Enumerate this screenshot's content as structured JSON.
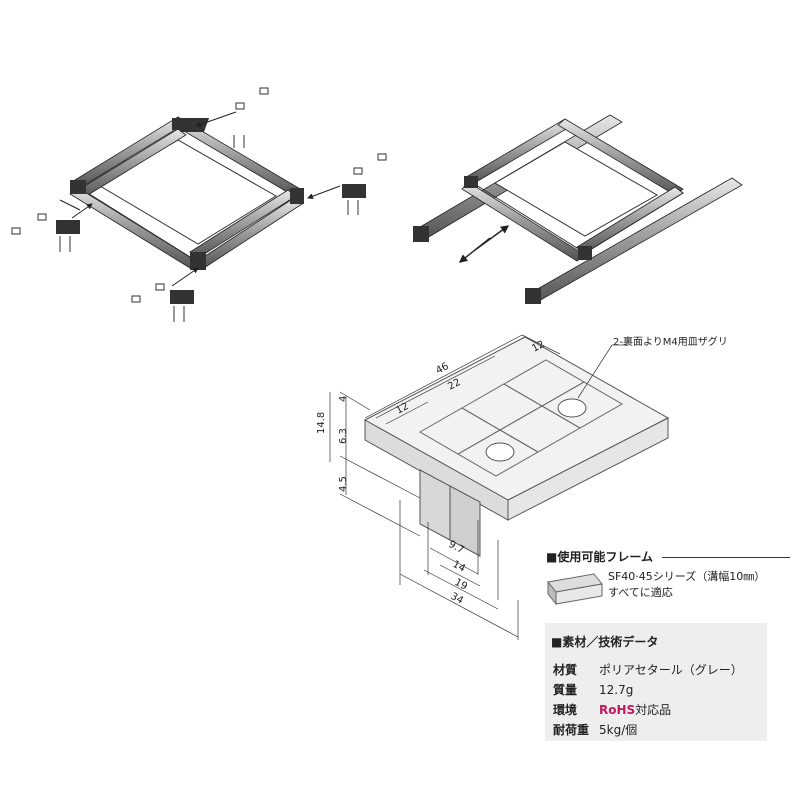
{
  "callout": {
    "counterbore": "2-裏面よりM4用皿ザグリ"
  },
  "dimensions": {
    "d46": "46",
    "d12_top": "12",
    "d22": "22",
    "d12_left": "12",
    "d4": "4",
    "d14_8": "14.8",
    "d6_3": "6.3",
    "d4_5": "4.5",
    "d9_7": "9.7",
    "d14": "14",
    "d19": "19",
    "d34": "34"
  },
  "frames": {
    "title": "■使用可能フレーム",
    "line1": "SF40·45シリーズ（溝幅10㎜）",
    "line2": "すべてに適応"
  },
  "specs": {
    "title": "■素材／技術データ",
    "rows": [
      {
        "key": "材質",
        "value": "ポリアセタール（グレー）"
      },
      {
        "key": "質量",
        "value": "12.7g"
      },
      {
        "key": "環境",
        "value_rohs": "RoHS",
        "value": "対応品"
      },
      {
        "key": "耐荷重",
        "value": "5kg/個"
      }
    ]
  }
}
